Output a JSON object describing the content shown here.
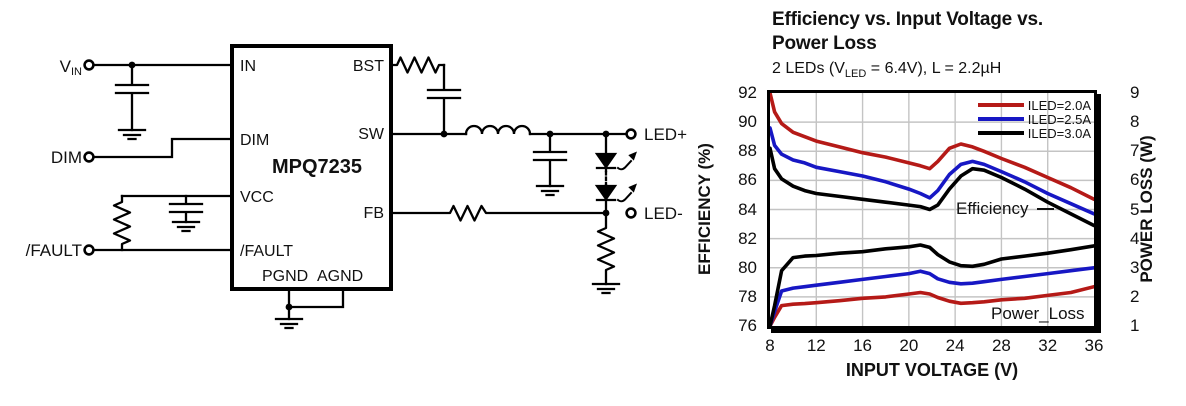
{
  "circuit": {
    "ic_name": "MPQ7235",
    "pin_in": "IN",
    "pin_dim": "DIM",
    "pin_vcc": "VCC",
    "pin_fault": "/FAULT",
    "pin_pgnd": "PGND",
    "pin_agnd": "AGND",
    "pin_bst": "BST",
    "pin_sw": "SW",
    "pin_fb": "FB",
    "term_vin_main": "V",
    "term_vin_sub": "IN",
    "term_dim": "DIM",
    "term_fault": "/FAULT",
    "term_led_plus": "LED+",
    "term_led_minus": "LED-"
  },
  "chart": {
    "title_line1": "Efficiency vs. Input Voltage vs.",
    "title_line2": "Power Loss",
    "subtitle_pre": "2 LEDs (V",
    "subtitle_sub": "LED",
    "subtitle_post": " = 6.4V), L = 2.2µH",
    "x_axis_label": "INPUT VOLTAGE (V)",
    "y_left_label": "EFFICIENCY (%)",
    "y_right_label": "POWER LOSS (W)",
    "annotation_efficiency": "Efficiency",
    "annotation_power_loss": "Power_Loss",
    "legend": [
      {
        "label": "ILED=2.0A",
        "color": "#b51a17"
      },
      {
        "label": "ILED=2.5A",
        "color": "#1717c4"
      },
      {
        "label": "ILED=3.0A",
        "color": "#000000"
      }
    ]
  },
  "chart_data": {
    "type": "line",
    "title": "Efficiency vs. Input Voltage vs. Power Loss",
    "subtitle": "2 LEDs (VLED = 6.4V), L = 2.2µH",
    "xlabel": "INPUT VOLTAGE (V)",
    "ylabel_left": "EFFICIENCY (%)",
    "ylabel_right": "POWER LOSS (W)",
    "xlim": [
      8,
      36
    ],
    "x_ticks": [
      8,
      12,
      16,
      20,
      24,
      28,
      32,
      36
    ],
    "ylim_left": [
      76,
      92
    ],
    "y_ticks_left": [
      92,
      90,
      88,
      86,
      84,
      82,
      80,
      78,
      76
    ],
    "ylim_right": [
      1,
      9
    ],
    "y_ticks_right": [
      9,
      8,
      7,
      6,
      5,
      4,
      3,
      2,
      1
    ],
    "grid": true,
    "legend_position": "top-right-inside",
    "x": [
      8,
      8.4,
      9,
      10,
      11,
      12,
      14,
      16,
      18,
      20,
      21,
      21.8,
      22.5,
      23.5,
      24.5,
      25.5,
      26.5,
      28,
      30,
      32,
      34,
      36
    ],
    "series": [
      {
        "name": "ILED=2.0A",
        "group": "Efficiency",
        "axis": "left",
        "color": "#b51a17",
        "values": [
          92.0,
          90.7,
          89.9,
          89.3,
          89.0,
          88.7,
          88.3,
          87.9,
          87.6,
          87.2,
          87.0,
          86.8,
          87.3,
          88.2,
          88.5,
          88.3,
          88.0,
          87.5,
          86.9,
          86.2,
          85.5,
          84.7
        ]
      },
      {
        "name": "ILED=2.5A",
        "group": "Efficiency",
        "axis": "left",
        "color": "#1717c4",
        "values": [
          89.6,
          88.4,
          87.8,
          87.4,
          87.2,
          86.9,
          86.6,
          86.3,
          85.9,
          85.4,
          85.1,
          84.8,
          85.3,
          86.4,
          87.1,
          87.3,
          87.1,
          86.6,
          85.9,
          85.1,
          84.4,
          83.7
        ]
      },
      {
        "name": "ILED=3.0A",
        "group": "Efficiency",
        "axis": "left",
        "color": "#000000",
        "values": [
          88.2,
          86.8,
          86.1,
          85.6,
          85.3,
          85.1,
          84.9,
          84.7,
          84.5,
          84.3,
          84.2,
          84.0,
          84.3,
          85.4,
          86.3,
          86.8,
          86.7,
          86.2,
          85.4,
          84.5,
          83.7,
          82.9
        ]
      },
      {
        "name": "ILED=2.0A",
        "group": "Power_Loss",
        "axis": "right",
        "color": "#b51a17",
        "values": [
          1.0,
          1.3,
          1.7,
          1.75,
          1.77,
          1.8,
          1.87,
          1.95,
          2.0,
          2.1,
          2.15,
          2.1,
          1.98,
          1.85,
          1.78,
          1.8,
          1.83,
          1.9,
          1.95,
          2.05,
          2.15,
          2.35
        ]
      },
      {
        "name": "ILED=2.5A",
        "group": "Power_Loss",
        "axis": "right",
        "color": "#1717c4",
        "values": [
          1.0,
          1.5,
          2.2,
          2.3,
          2.35,
          2.4,
          2.5,
          2.6,
          2.7,
          2.8,
          2.88,
          2.8,
          2.62,
          2.5,
          2.45,
          2.47,
          2.52,
          2.6,
          2.7,
          2.8,
          2.9,
          3.0
        ]
      },
      {
        "name": "ILED=3.0A",
        "group": "Power_Loss",
        "axis": "right",
        "color": "#000000",
        "values": [
          1.0,
          1.7,
          2.9,
          3.35,
          3.4,
          3.42,
          3.5,
          3.55,
          3.65,
          3.72,
          3.78,
          3.7,
          3.45,
          3.2,
          3.07,
          3.05,
          3.12,
          3.3,
          3.4,
          3.5,
          3.62,
          3.75
        ]
      }
    ]
  }
}
